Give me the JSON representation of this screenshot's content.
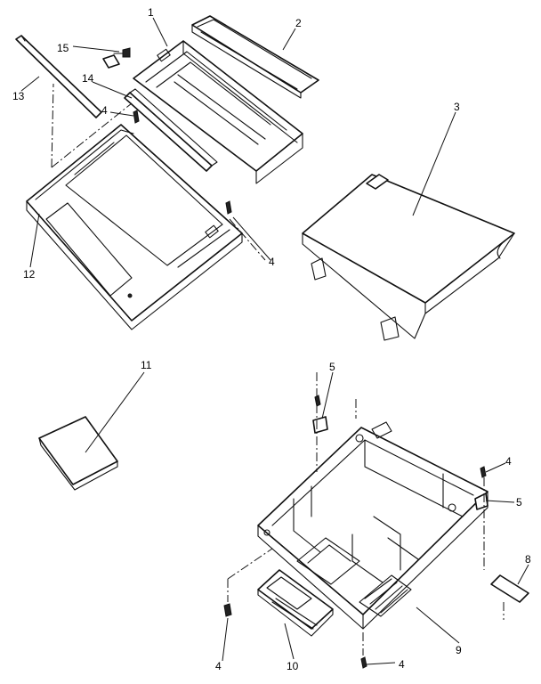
{
  "diagram": {
    "callouts": [
      {
        "label": "1"
      },
      {
        "label": "2"
      },
      {
        "label": "3"
      },
      {
        "label": "4"
      },
      {
        "label": "4"
      },
      {
        "label": "4"
      },
      {
        "label": "4"
      },
      {
        "label": "4"
      },
      {
        "label": "5"
      },
      {
        "label": "5"
      },
      {
        "label": "8"
      },
      {
        "label": "9"
      },
      {
        "label": "10"
      },
      {
        "label": "11"
      },
      {
        "label": "12"
      },
      {
        "label": "13"
      },
      {
        "label": "14"
      },
      {
        "label": "15"
      }
    ]
  }
}
